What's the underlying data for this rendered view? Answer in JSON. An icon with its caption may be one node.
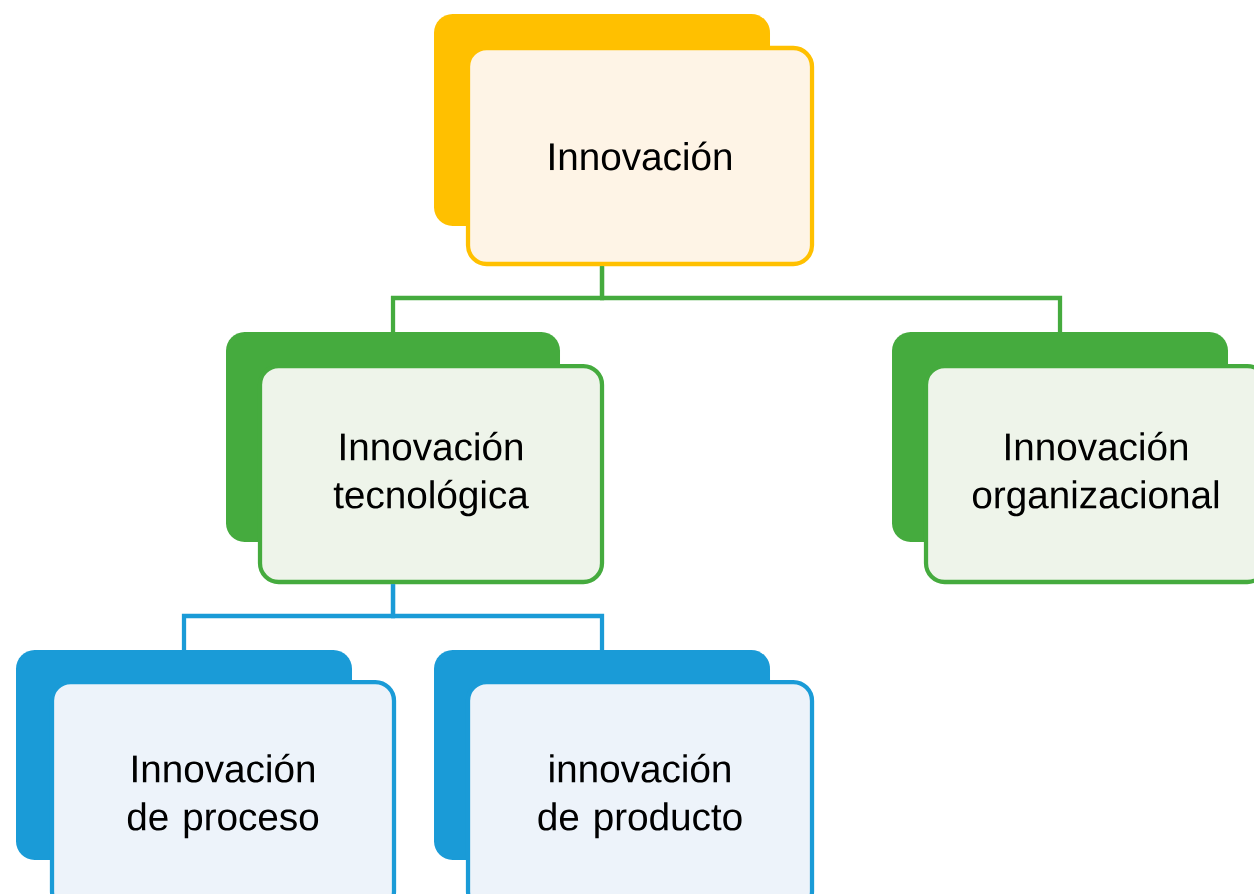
{
  "diagram": {
    "nodes": [
      {
        "text": [
          "Innovación"
        ]
      },
      {
        "text": [
          "Innovación tecnológica"
        ]
      },
      {
        "text": [
          "Innovación organizacional"
        ]
      },
      {
        "text": [
          "Innovación de proceso"
        ]
      },
      {
        "text": [
          "innovación de producto"
        ]
      }
    ],
    "edges": [
      {
        "from": 0,
        "to": 1,
        "arrow": "none",
        "color": "#45ab3e"
      },
      {
        "from": 0,
        "to": 2,
        "arrow": "none",
        "color": "#45ab3e"
      },
      {
        "from": 1,
        "to": 3,
        "arrow": "none",
        "color": "#1a9bd7"
      },
      {
        "from": 1,
        "to": 4,
        "arrow": "none",
        "color": "#1a9bd7"
      }
    ]
  }
}
